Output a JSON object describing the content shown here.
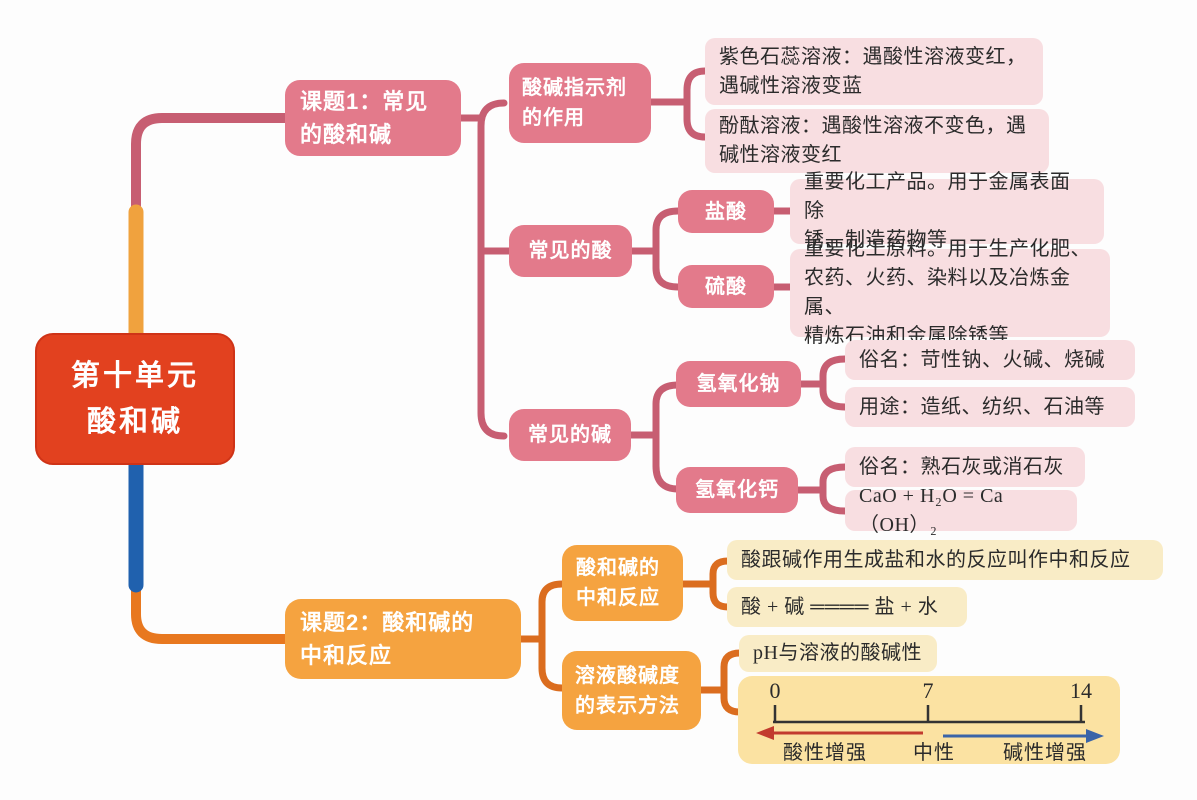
{
  "root": {
    "label": "第十单元\n酸和碱"
  },
  "topic1": {
    "label": "课题1：常见\n的酸和碱",
    "indicator": {
      "label": "酸碱指示剂\n的作用",
      "litmus": "紫色石蕊溶液：遇酸性溶液变红，\n遇碱性溶液变蓝",
      "phenolphthalein": "酚酞溶液：遇酸性溶液不变色，遇\n碱性溶液变红"
    },
    "acids": {
      "label": "常见的酸",
      "hcl": {
        "label": "盐酸",
        "desc": "重要化工产品。用于金属表面除\n锈、制造药物等"
      },
      "h2so4": {
        "label": "硫酸",
        "desc": "重要化工原料。用于生产化肥、\n农药、火药、染料以及冶炼金属、\n精炼石油和金属除锈等"
      }
    },
    "bases": {
      "label": "常见的碱",
      "naoh": {
        "label": "氢氧化钠",
        "alias": "俗名：苛性钠、火碱、烧碱",
        "uses": "用途：造纸、纺织、石油等"
      },
      "caoh2": {
        "label": "氢氧化钙",
        "alias": "俗名：熟石灰或消石灰",
        "equation": "CaO + H₂O = Ca（OH）₂"
      }
    }
  },
  "topic2": {
    "label": "课题2：酸和碱的\n中和反应",
    "neutralization": {
      "label": "酸和碱的\n中和反应",
      "definition": "酸跟碱作用生成盐和水的反应叫作中和反应",
      "equation": "酸 + 碱 ════ 盐 + 水"
    },
    "ph": {
      "label": "溶液酸碱度\n的表示方法",
      "note": "pH与溶液的酸碱性",
      "scale": {
        "tick0": "0",
        "tick7": "7",
        "tick14": "14",
        "acid_label": "酸性增强",
        "neutral_label": "中性",
        "alkali_label": "碱性增强"
      }
    }
  },
  "colors": {
    "root_bg": "#e2411f",
    "topic1_node": "#e37a8b",
    "topic1_line": "#c75e72",
    "topic1_leaf_bg": "#f8dee1",
    "topic2_node": "#f5a340",
    "topic2_line": "#db6d1f",
    "topic2_leaf_bg": "#f9ecc6",
    "ph_scale_bg": "#fbe2a2",
    "trunk_orange": "#f0a23e",
    "trunk_blue": "#2061ae",
    "acid_arrow": "#c23b2e",
    "alkali_arrow": "#3a64a8"
  }
}
